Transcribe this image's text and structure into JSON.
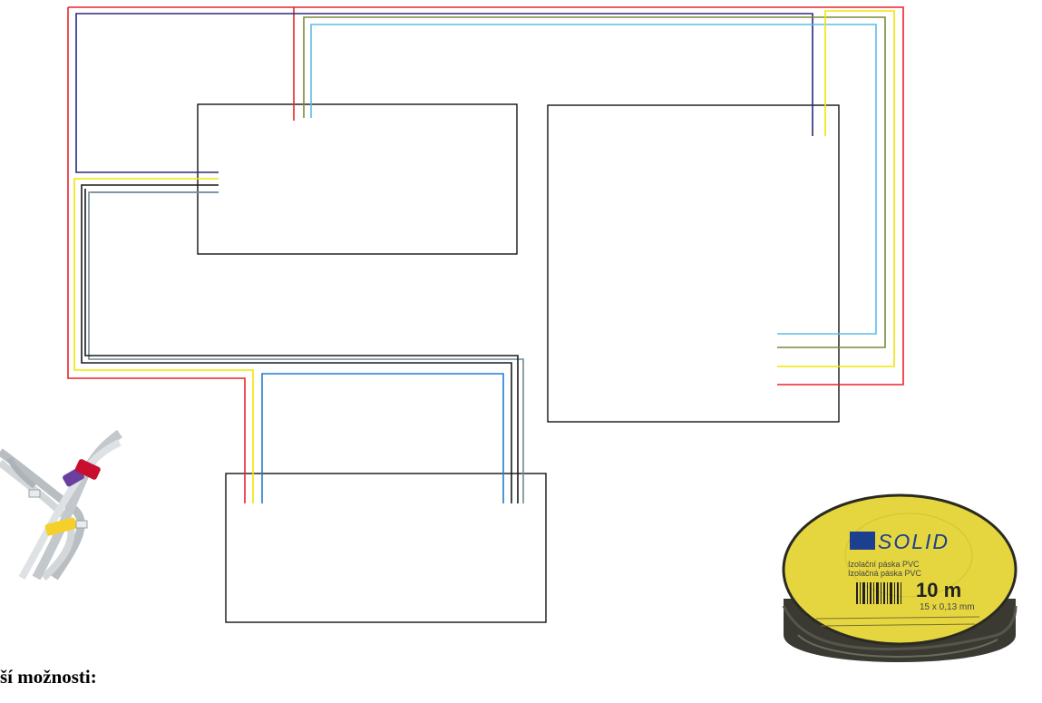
{
  "caption": "ší možnosti:",
  "tape": {
    "brand": "SOLID",
    "line1": "Izolační páska PVC",
    "line2": "Izolačná páska PVC",
    "length": "10 m",
    "size": "15 x 0,13 mm"
  },
  "colors": {
    "red": "#e8232a",
    "navy": "#2b2a7a",
    "green": "#7a8a3a",
    "cyan": "#5bbde8",
    "yellow": "#f2e500",
    "black": "#1a1a1a",
    "gray": "#6f8a95",
    "blue": "#1f7fd1",
    "box": "#000000"
  }
}
